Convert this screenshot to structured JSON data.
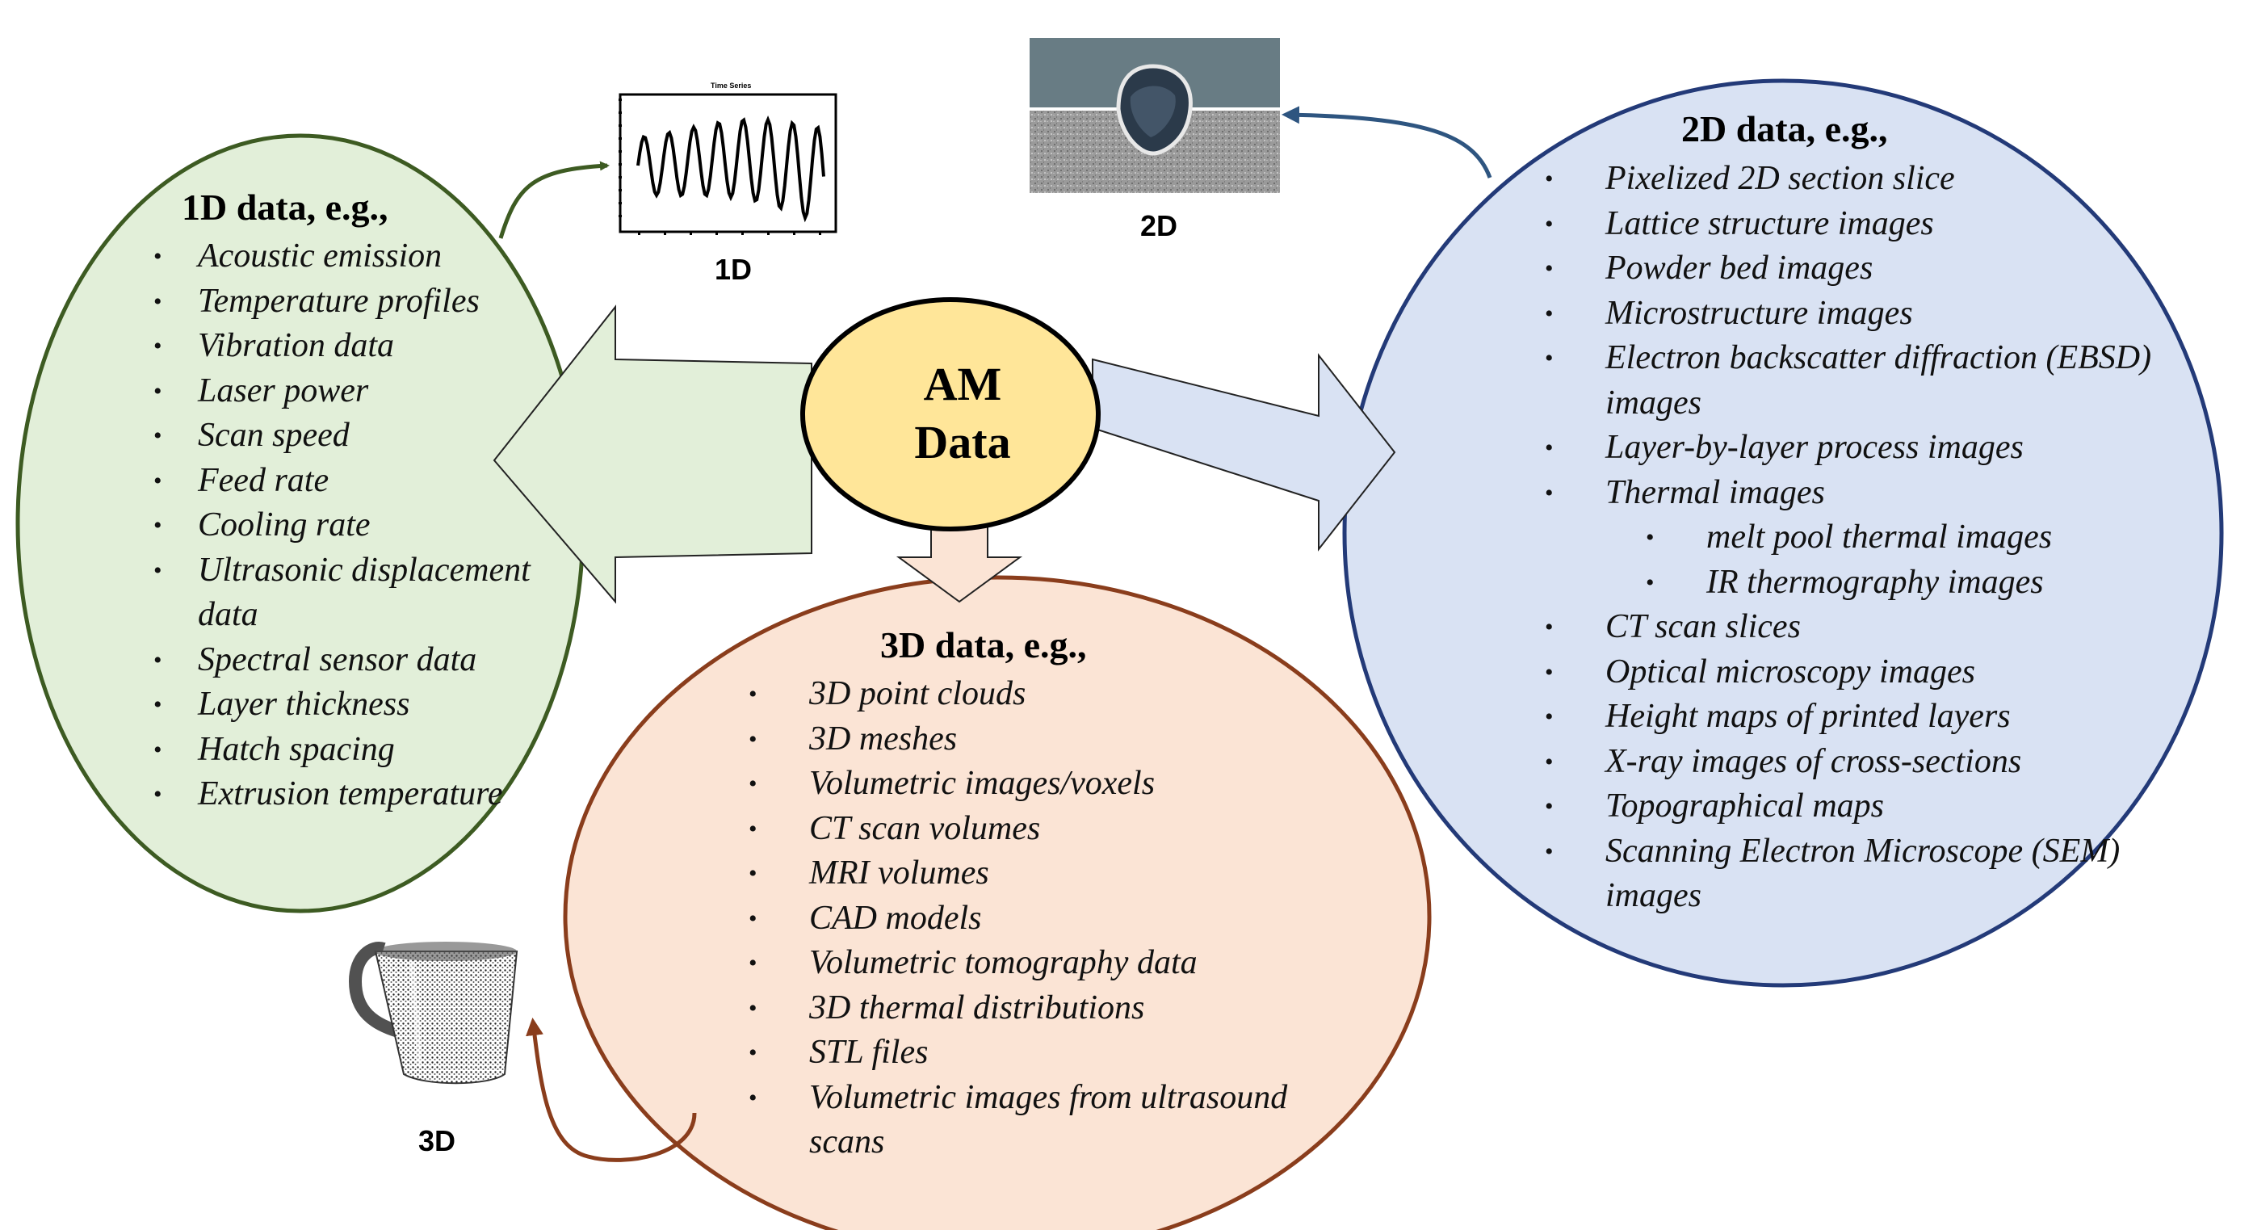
{
  "center": {
    "line1": "AM",
    "line2": "Data"
  },
  "one_d": {
    "title": "1D data, e.g.,",
    "items": [
      "Acoustic emission",
      "Temperature profiles",
      "Vibration data",
      "Laser power",
      "Scan speed",
      "Feed rate",
      "Cooling rate",
      "Ultrasonic displacement data",
      "Spectral sensor data",
      "Layer thickness",
      "Hatch spacing",
      "Extrusion temperature"
    ],
    "thumb_label": "1D",
    "thumb_title": "Time Series"
  },
  "two_d": {
    "title": "2D data, e.g.,",
    "items": [
      "Pixelized 2D section slice",
      "Lattice structure images",
      "Powder bed images",
      "Microstructure images",
      "Electron backscatter diffraction (EBSD) images",
      "Layer-by-layer process images",
      "Thermal images",
      "melt pool thermal images",
      "IR thermography images",
      "CT scan slices",
      "Optical microscopy images",
      "Height maps of printed layers",
      "X-ray images of cross-sections",
      "Topographical maps",
      "Scanning Electron Microscope (SEM) images"
    ],
    "thumb_label": "2D"
  },
  "three_d": {
    "title": "3D data, e.g.,",
    "items": [
      "3D point clouds",
      "3D meshes",
      "Volumetric images/voxels",
      "CT scan volumes",
      "MRI volumes",
      "CAD models",
      "Volumetric tomography data",
      "3D thermal distributions",
      "STL files",
      "Volumetric images from ultrasound scans"
    ],
    "thumb_label": "3D"
  },
  "colors": {
    "one_d_fill": "#e2efd9",
    "one_d_stroke": "#3d5b22",
    "two_d_fill": "#d9e2f3",
    "two_d_stroke": "#233a78",
    "three_d_fill": "#fbe4d5",
    "three_d_stroke": "#8a3d1c",
    "center_fill": "#ffe699",
    "arrow_left_fill": "#e2efd9",
    "arrow_right_fill": "#d9e2f3",
    "arrow_down_fill": "#fbe4d5",
    "connector_1d": "#3d5b22",
    "connector_2d": "#2e5580",
    "connector_3d": "#8a3d1c"
  }
}
